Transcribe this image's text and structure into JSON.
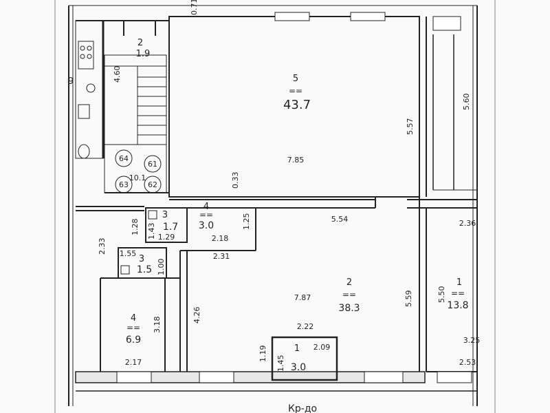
{
  "rooms": [
    {
      "id": "r5",
      "number": "5",
      "area": "43.7"
    },
    {
      "id": "r2",
      "number": "2",
      "area": "38.3"
    },
    {
      "id": "r1r",
      "number": "1",
      "area": "13.8"
    },
    {
      "id": "r4l",
      "number": "4",
      "area": "6.9"
    },
    {
      "id": "r4m",
      "number": "4",
      "area": "3.0"
    },
    {
      "id": "r3a",
      "number": "3",
      "area": "1.7"
    },
    {
      "id": "r3b",
      "number": "3",
      "area": "1.5"
    },
    {
      "id": "r1b",
      "number": "1",
      "area": "3.0"
    },
    {
      "id": "r2s",
      "number": "2",
      "area": "1.9"
    }
  ],
  "dimensions": {
    "d071": "0.71",
    "d460": "4.60",
    "d560": "5.60",
    "d557": "5.57",
    "d785": "7.85",
    "d033": "0.33",
    "d554": "5.54",
    "d236": "2.36",
    "d233": "2.33",
    "d128": "1.28",
    "d143": "1.43",
    "d129": "1.29",
    "d218": "2.18",
    "d125": "1.25",
    "d231": "2.31",
    "d155": "1.55",
    "d100": "1.00",
    "d787": "7.87",
    "d559": "5.59",
    "d550": "5.50",
    "d426": "4.26",
    "d318": "3.18",
    "d222": "2.22",
    "d209": "2.09",
    "d145": "1.45",
    "d119": "1.19",
    "d325": "3.25",
    "d217": "2.17",
    "d253": "2.53",
    "d101": "10.1"
  },
  "markers": {
    "m64": "64",
    "m61": "61",
    "m63": "63",
    "m62": "62"
  },
  "corridor_label": "Кр-до",
  "stair_number": "9",
  "eq_sign": "=="
}
